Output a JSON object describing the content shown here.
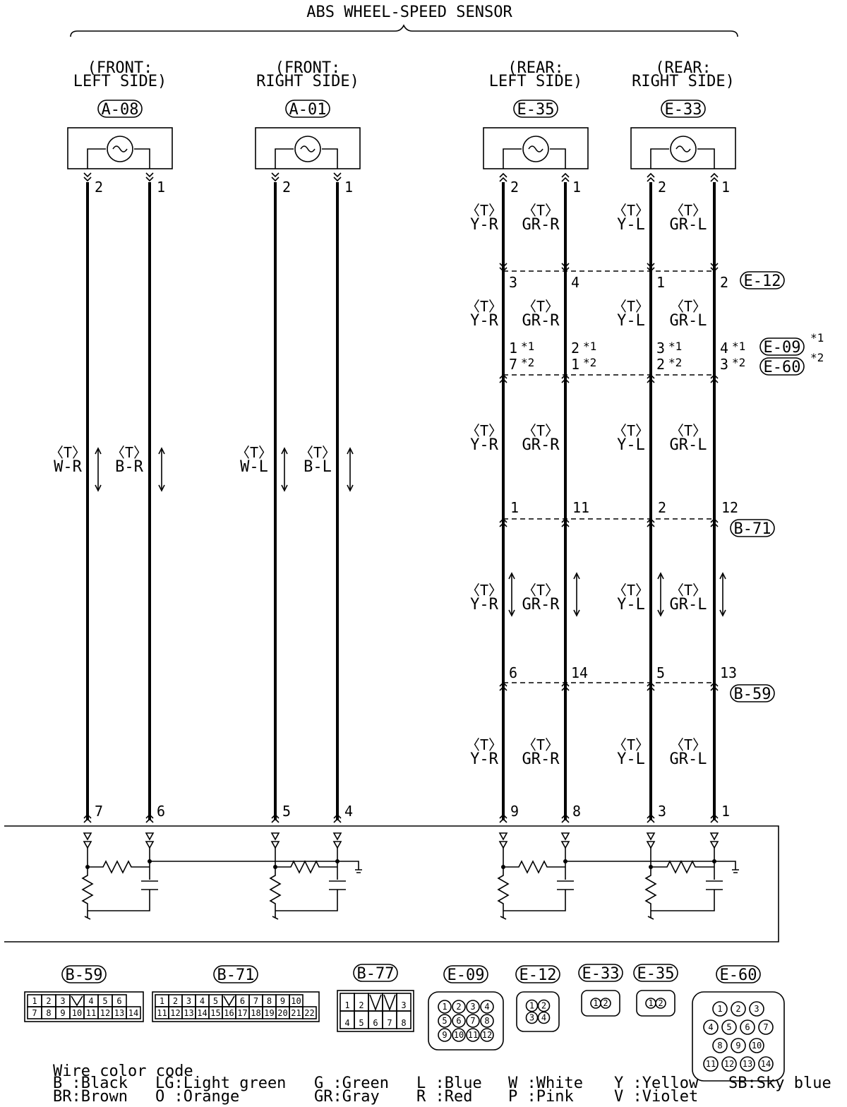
{
  "title": "ABS WHEEL-SPEED SENSOR",
  "sensors": [
    {
      "id": "fl",
      "location_line1": "FRONT:",
      "location_line2": "LEFT SIDE",
      "connector": "A-08",
      "pins": [
        "2",
        "1"
      ]
    },
    {
      "id": "fr",
      "location_line1": "FRONT:",
      "location_line2": "RIGHT SIDE",
      "connector": "A-01",
      "pins": [
        "2",
        "1"
      ]
    },
    {
      "id": "rl",
      "location_line1": "REAR:",
      "location_line2": "LEFT SIDE",
      "connector": "E-35",
      "pins": [
        "2",
        "1"
      ]
    },
    {
      "id": "rr",
      "location_line1": "REAR:",
      "location_line2": "RIGHT SIDE",
      "connector": "E-33",
      "pins": [
        "2",
        "1"
      ]
    }
  ],
  "twisted_marker": "〈T〉",
  "front_wires": [
    {
      "color": "W-R",
      "ecu_pin": "7"
    },
    {
      "color": "B-R",
      "ecu_pin": "6"
    },
    {
      "color": "W-L",
      "ecu_pin": "5"
    },
    {
      "color": "B-L",
      "ecu_pin": "4"
    }
  ],
  "rear_wire_colors": [
    "Y-R",
    "GR-R",
    "Y-L",
    "GR-L"
  ],
  "rear_ecu_pins": [
    "9",
    "8",
    "3",
    "1"
  ],
  "connector_rows": [
    {
      "connector": "E-12",
      "pins": [
        "3",
        "4",
        "1",
        "2"
      ]
    },
    {
      "connector": "E-09",
      "note": "*1",
      "pins": [
        "1",
        "2",
        "3",
        "4"
      ]
    },
    {
      "connector": "E-60",
      "note": "*2",
      "pins": [
        "7",
        "1",
        "2",
        "3"
      ]
    },
    {
      "connector": "B-71",
      "pins": [
        "1",
        "11",
        "2",
        "12"
      ]
    },
    {
      "connector": "B-59",
      "pins": [
        "6",
        "14",
        "5",
        "13"
      ]
    }
  ],
  "connector_views": [
    {
      "id": "B-59",
      "rows": [
        [
          "1",
          "2",
          "3",
          "",
          "4",
          "5",
          "6"
        ],
        [
          "7",
          "8",
          "9",
          "10",
          "11",
          "12",
          "13",
          "14"
        ]
      ]
    },
    {
      "id": "B-71",
      "rows": [
        [
          "1",
          "2",
          "3",
          "4",
          "5",
          "",
          "6",
          "7",
          "8",
          "9",
          "10"
        ],
        [
          "11",
          "12",
          "13",
          "14",
          "15",
          "16",
          "17",
          "18",
          "19",
          "20",
          "21",
          "22"
        ]
      ]
    },
    {
      "id": "B-77",
      "rows": [
        [
          "1",
          "2",
          "",
          "",
          "3"
        ],
        [
          "4",
          "5",
          "6",
          "7",
          "8"
        ]
      ]
    },
    {
      "id": "E-09",
      "rows": [
        [
          "1",
          "2",
          "3",
          "4"
        ],
        [
          "5",
          "6",
          "7",
          "8"
        ],
        [
          "9",
          "10",
          "11",
          "12"
        ]
      ]
    },
    {
      "id": "E-12",
      "rows": [
        [
          "1",
          "2"
        ],
        [
          "3",
          "4"
        ]
      ]
    },
    {
      "id": "E-33",
      "rows": [
        [
          "1",
          "2"
        ]
      ]
    },
    {
      "id": "E-35",
      "rows": [
        [
          "1",
          "2"
        ]
      ]
    },
    {
      "id": "E-60",
      "rows": [
        [
          "1",
          "2",
          "3"
        ],
        [
          "4",
          "5",
          "6",
          "7"
        ],
        [
          "8",
          "9",
          "10"
        ],
        [
          "11",
          "12",
          "13",
          "14"
        ]
      ]
    }
  ],
  "legend": {
    "title": "Wire color code",
    "entries": [
      [
        "B :Black",
        "LG:Light green",
        "G :Green",
        "L :Blue",
        "W :White",
        "Y :Yellow",
        "SB:Sky blue"
      ],
      [
        "BR:Brown",
        "O :Orange",
        "GR:Gray",
        "R :Red",
        "P :Pink",
        "V :Violet"
      ]
    ]
  }
}
